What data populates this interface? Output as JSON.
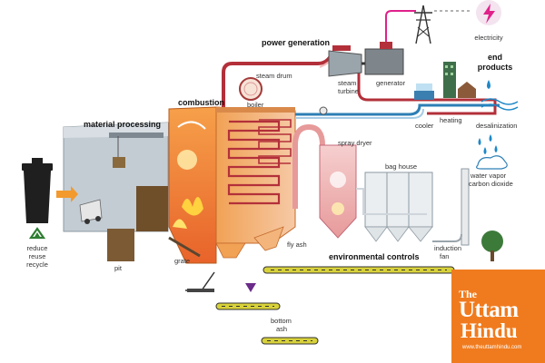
{
  "labels": {
    "electricity": "electricity",
    "power_generation": "power generation",
    "steam_drum": "steam drum",
    "boiler": "boiler",
    "steam_turbine_1": "steam",
    "steam_turbine_2": "turbine",
    "generator": "generator",
    "end_products_1": "end",
    "end_products_2": "products",
    "cooler": "cooler",
    "heating": "heating",
    "desalinization": "desalinization",
    "combustion": "combustion",
    "material_processing": "material processing",
    "spray_dryer": "spray dryer",
    "bag_house": "bag house",
    "water_vapor_1": "water vapor",
    "water_vapor_2": "carbon dioxide",
    "reduce": "reduce",
    "reuse": "reuse",
    "recycle": "recycle",
    "pit": "pit",
    "grate": "grate",
    "fly_ash": "fly ash",
    "environmental_controls": "environmental controls",
    "induction_fan_1": "induction",
    "induction_fan_2": "fan",
    "bottom_ash_1": "bottom",
    "bottom_ash_2": "ash"
  },
  "brand": {
    "the": "The",
    "uttam": "Uttam",
    "hindu": "Hindu",
    "site": "www.theuttamhindu.com"
  },
  "colors": {
    "steam_pipe": "#b3303a",
    "water_pipe": "#2d7fb5",
    "power_line": "#e0218a",
    "furnace": "#f28a2e",
    "flame": "#ffd23f",
    "building": "#b9c4cc",
    "brand_bg": "#f07b1e"
  }
}
